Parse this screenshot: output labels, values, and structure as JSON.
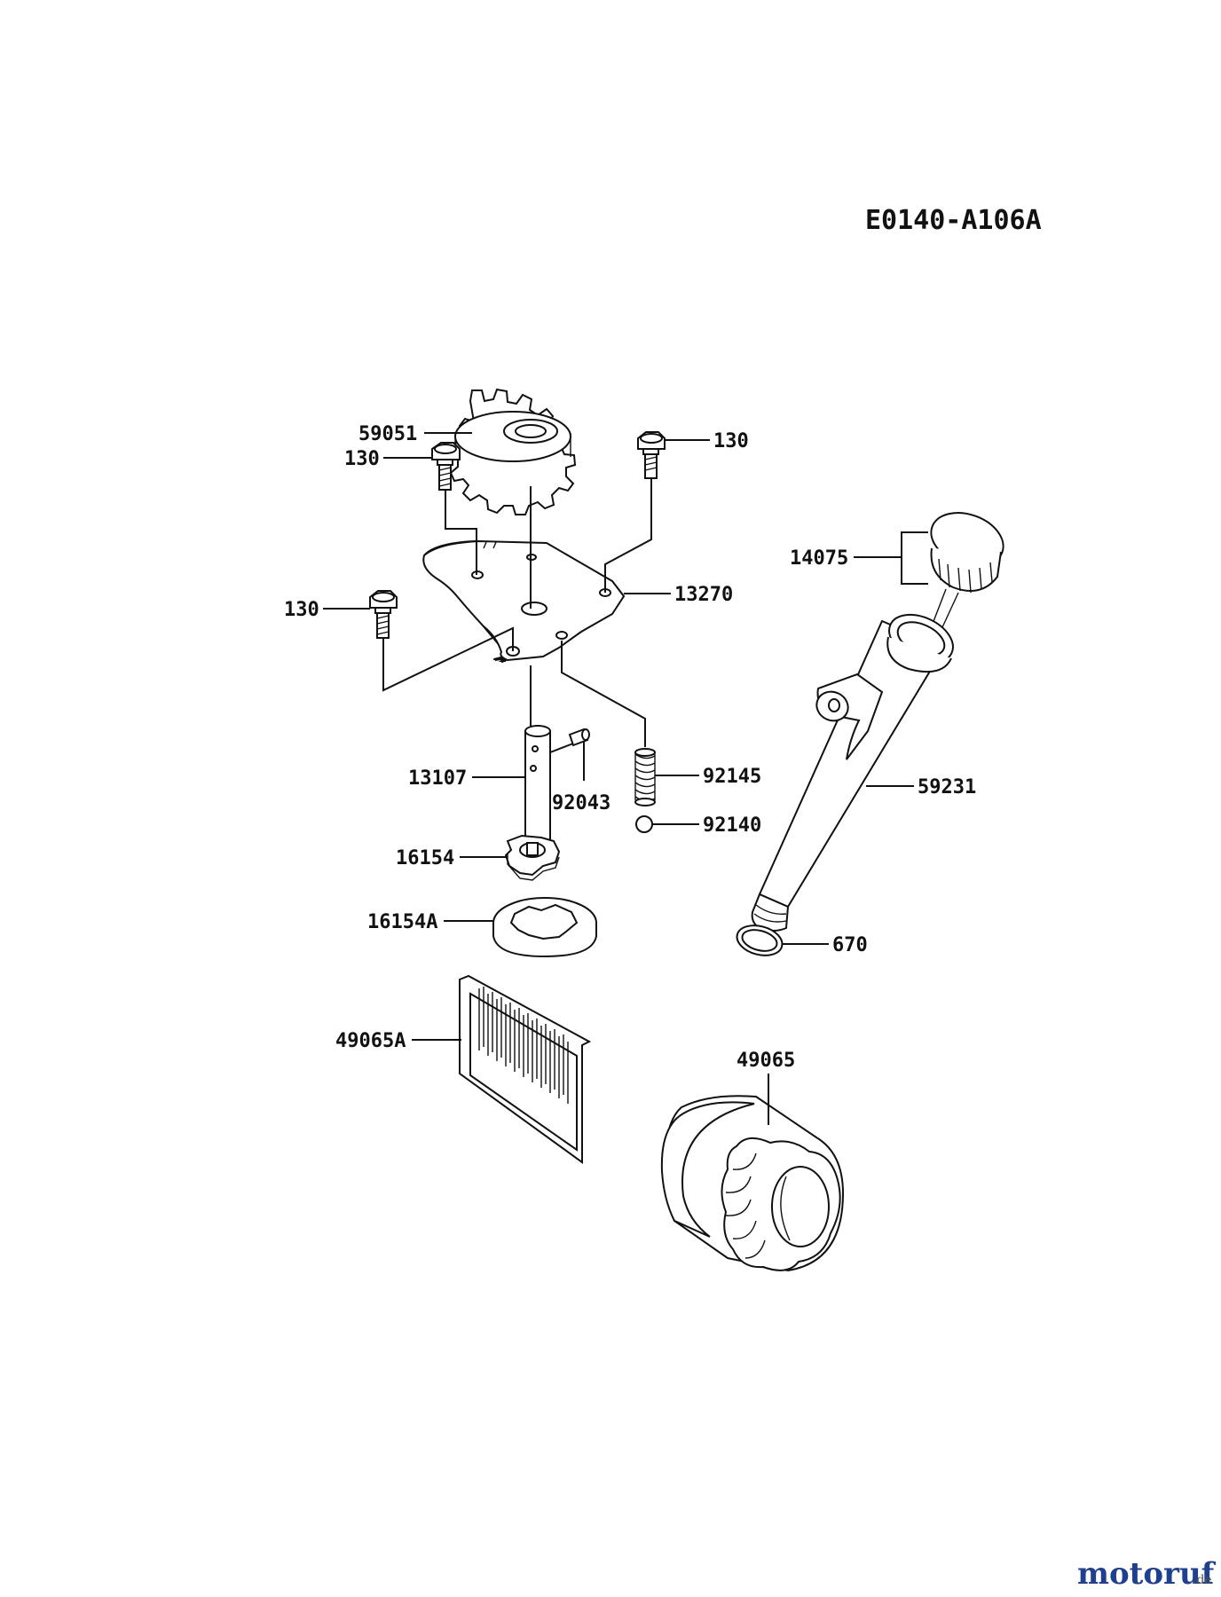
{
  "diagram_code": "E0140-A106A",
  "labels": {
    "p59051": "59051",
    "p130_a": "130",
    "p130_b": "130",
    "p130_c": "130",
    "p13270": "13270",
    "p14075": "14075",
    "p59231": "59231",
    "p13107": "13107",
    "p92043": "92043",
    "p92145": "92145",
    "p92140": "92140",
    "p16154": "16154",
    "p16154A": "16154A",
    "p670": "670",
    "p49065A": "49065A",
    "p49065": "49065"
  },
  "watermark": {
    "text": "motoruf",
    "suffix": ".de",
    "colors": {
      "main": "#1f3f8f",
      "accent": "#e08a1e"
    }
  }
}
